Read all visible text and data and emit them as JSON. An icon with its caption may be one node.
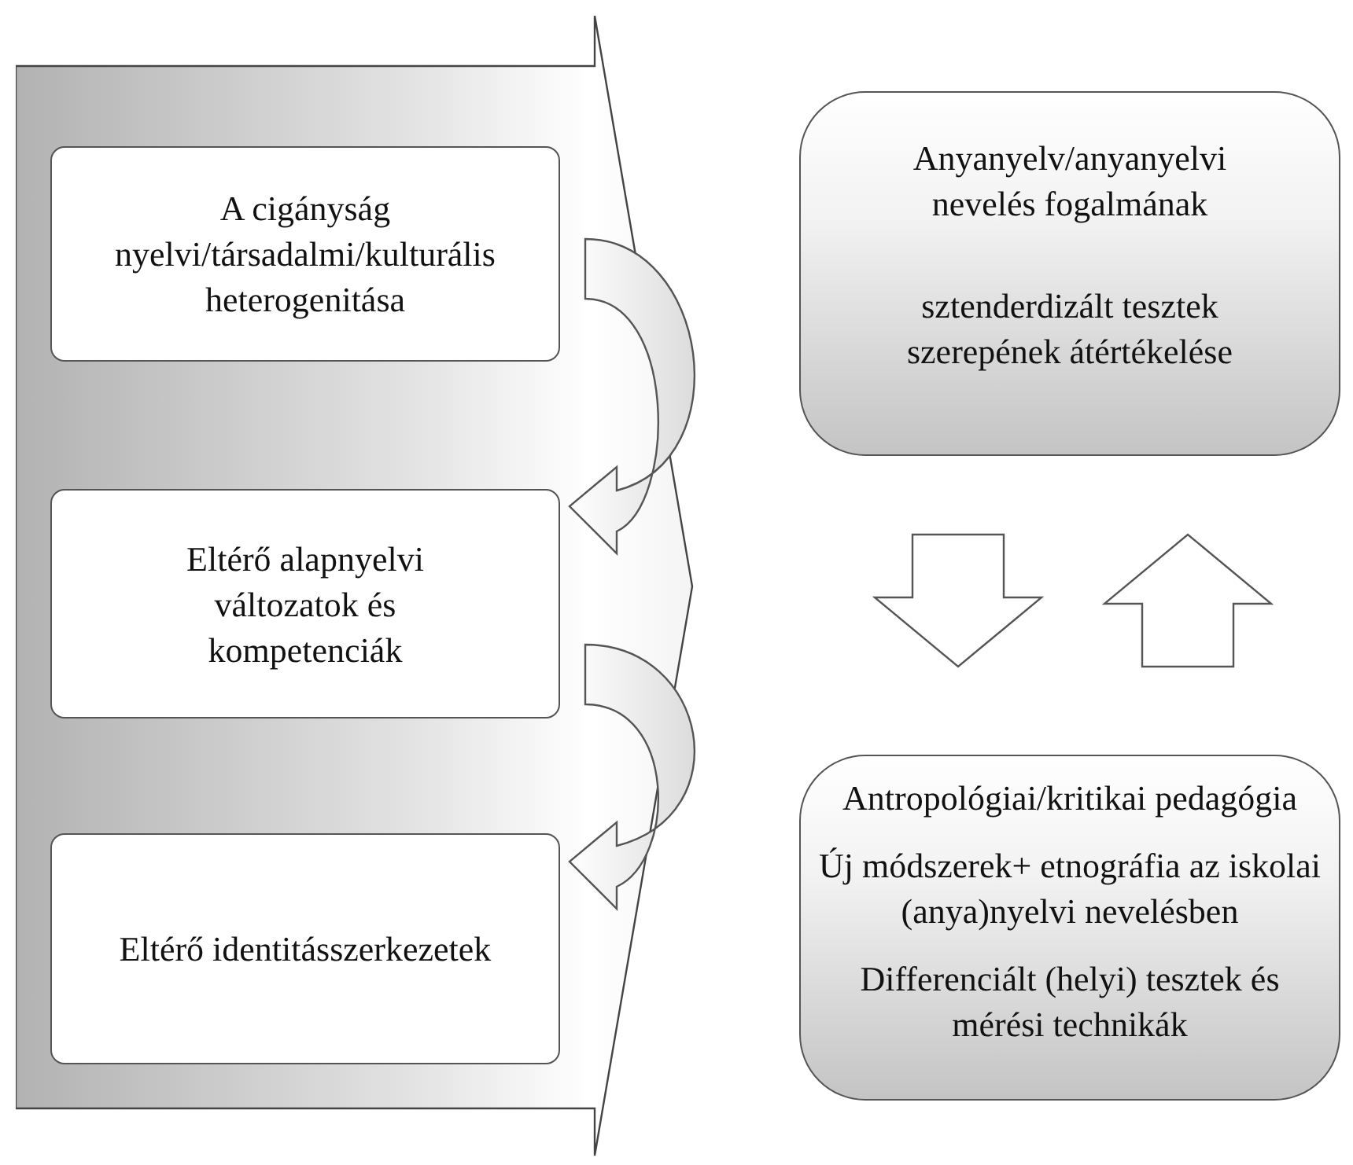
{
  "diagram": {
    "nodes": [
      {
        "text": [],
        "shape": "arrow"
      },
      {
        "text": [
          "A cigányság nyelvi/társadalmi/kulturális heterogenitása"
        ],
        "in": 0
      },
      {
        "text": [
          "Eltérő alapnyelvi változatok és kompetenciák"
        ],
        "in": 0
      },
      {
        "text": [
          "Eltérő identitásszerkezetek"
        ],
        "in": 0
      },
      {
        "text": [
          "Anyanyelv/anyanyelvi nevelés fogalmának",
          "sztenderdizált tesztek szerepének átértékelése"
        ]
      },
      {
        "text": [
          "Antropológiai/kritikai pedagógia",
          "Új módszerek+ etnográfia az iskolai (anya)nyelvi nevelésben",
          "Differenciált (helyi) tesztek és mérési technikák"
        ]
      }
    ],
    "edges": [
      {
        "from": 1,
        "to": 2,
        "arrow": "to"
      },
      {
        "from": 2,
        "to": 3,
        "arrow": "to"
      },
      {
        "from": 4,
        "to": 5,
        "arrow": "to"
      },
      {
        "from": 5,
        "to": 4,
        "arrow": "to"
      }
    ]
  }
}
